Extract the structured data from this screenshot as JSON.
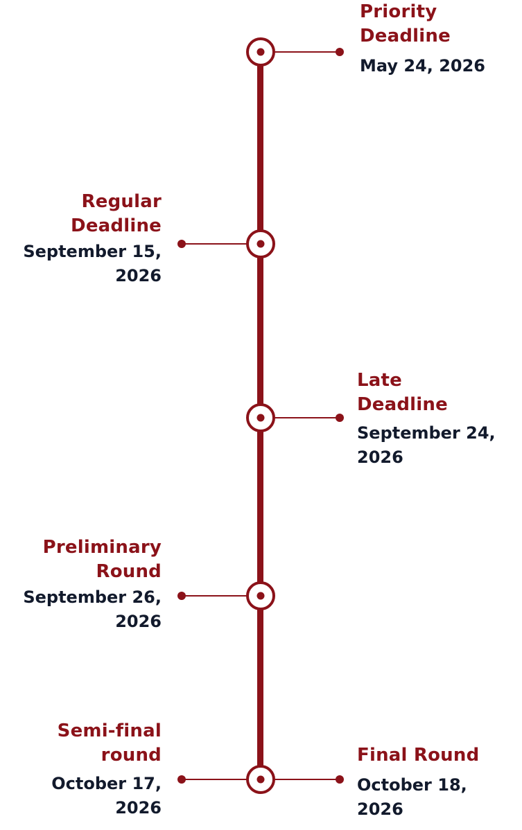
{
  "timeline": {
    "events": [
      {
        "title": "Priority\nDeadline",
        "date": "May 24, 2026"
      },
      {
        "title": "Regular\nDeadline",
        "date": "September 15,\n2026"
      },
      {
        "title": "Late\nDeadline",
        "date": "September 24,\n2026"
      },
      {
        "title": "Preliminary\nRound",
        "date": "September 26,\n2026"
      },
      {
        "title": "Semi-final\nround",
        "date": "October 17,\n2026"
      },
      {
        "title": "Final Round",
        "date": "October 18,\n2026"
      }
    ]
  }
}
